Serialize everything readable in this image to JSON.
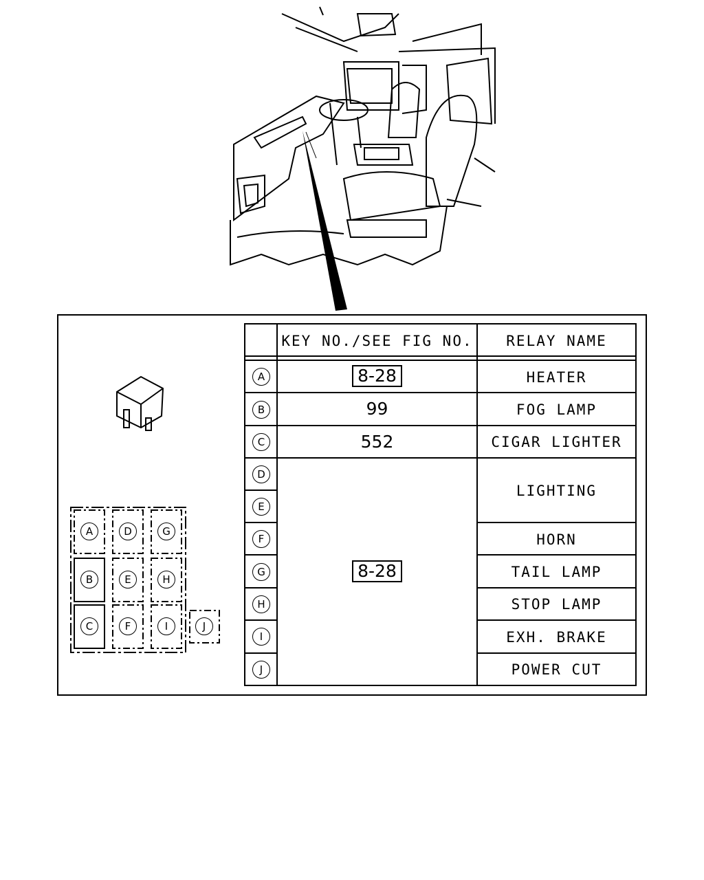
{
  "table": {
    "header_key": "KEY NO./SEE FIG NO.",
    "header_name": "RELAY NAME",
    "rows": [
      {
        "key": "A",
        "ref": "8-28",
        "name": "HEATER"
      },
      {
        "key": "B",
        "ref": "99",
        "name": "FOG LAMP"
      },
      {
        "key": "C",
        "ref": "552",
        "name": "CIGAR LIGHTER"
      },
      {
        "key": "D",
        "ref": "",
        "name": "LIGHTING"
      },
      {
        "key": "E",
        "ref": "",
        "name": ""
      },
      {
        "key": "F",
        "ref": "",
        "name": "HORN"
      },
      {
        "key": "G",
        "ref": "8-28",
        "name": "TAIL LAMP"
      },
      {
        "key": "H",
        "ref": "",
        "name": "STOP LAMP"
      },
      {
        "key": "I",
        "ref": "",
        "name": "EXH. BRAKE"
      },
      {
        "key": "J",
        "ref": "",
        "name": "POWER CUT"
      }
    ]
  },
  "relay_block": {
    "cells": [
      "A",
      "D",
      "G",
      "B",
      "E",
      "H",
      "C",
      "F",
      "I",
      "J"
    ]
  }
}
